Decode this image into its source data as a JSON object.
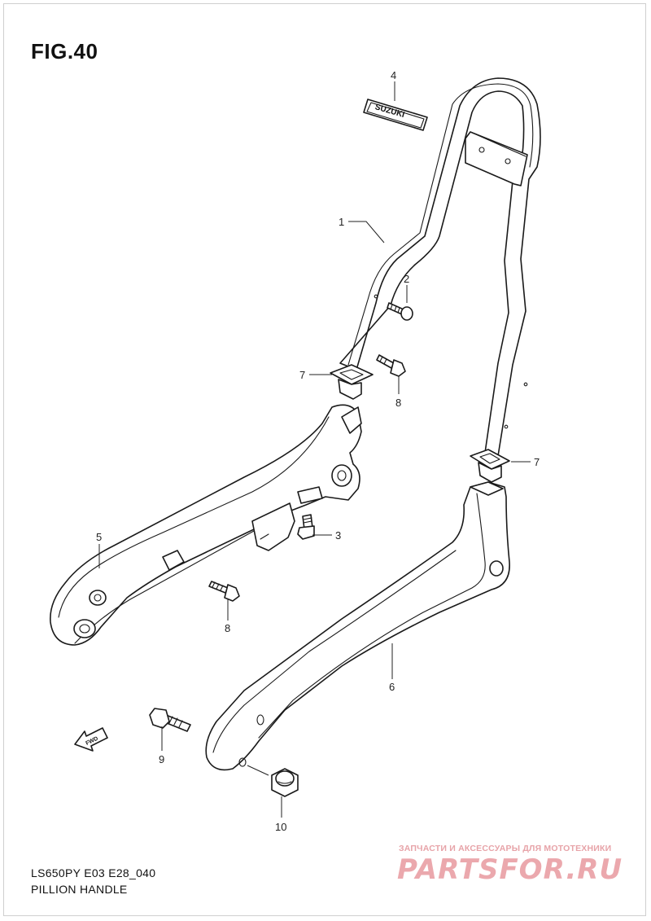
{
  "figure_label": "FIG.40",
  "callouts": {
    "c1": "1",
    "c2": "2",
    "c3": "3",
    "c4": "4",
    "c5": "5",
    "c6": "6",
    "c7a": "7",
    "c7b": "7",
    "c8a": "8",
    "c8b": "8",
    "c9": "9",
    "c10": "10"
  },
  "emblem_text": "SUZUKI",
  "fwd_label": "FWD",
  "model_code": "LS650PY E03 E28_040",
  "caption": "PILLION HANDLE",
  "watermark": {
    "tagline": "ЗАПЧАСТИ И АКСЕССУАРЫ ДЛЯ МОТОТЕХНИКИ",
    "logo": "PARTSFOR.RU",
    "color": "#e7a3a8"
  },
  "icons": [
    "fwd-arrow-icon",
    "suzuki-emblem-icon"
  ]
}
